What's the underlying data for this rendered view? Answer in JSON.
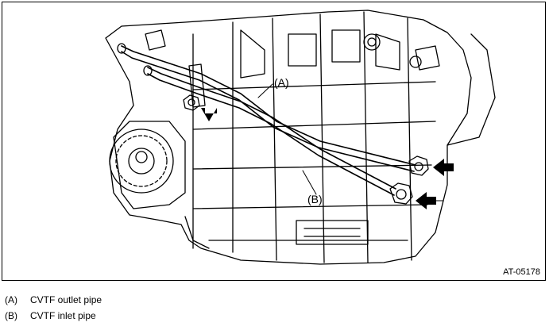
{
  "figure": {
    "label_a": "(A)",
    "label_b": "(B)",
    "figure_id": "AT-05178"
  },
  "legend": {
    "items": [
      {
        "key": "(A)",
        "text": "CVTF outlet pipe"
      },
      {
        "key": "(B)",
        "text": "CVTF inlet pipe"
      }
    ]
  }
}
